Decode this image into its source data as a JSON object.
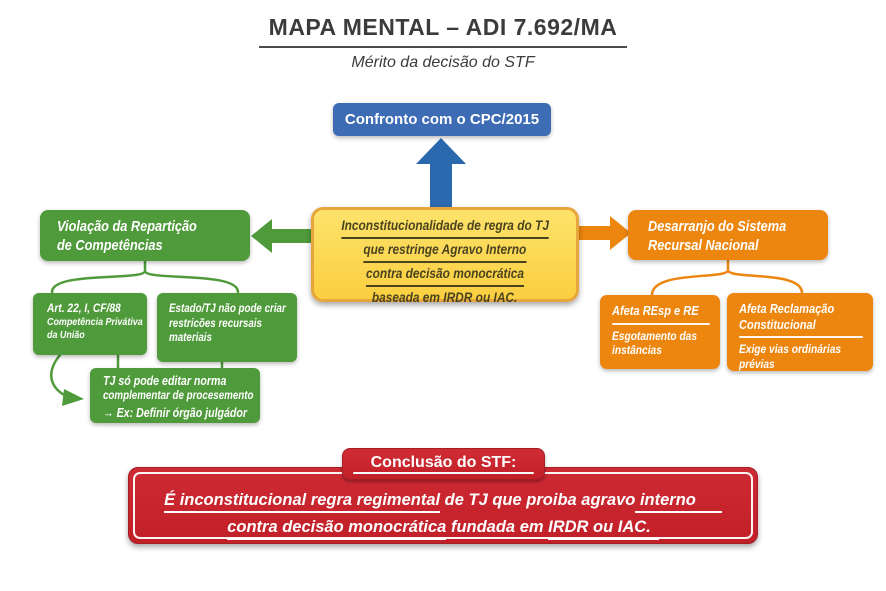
{
  "header": {
    "title": "MAPA MENTAL – ADI 7.692/MA",
    "subtitle": "Mérito da decisão do STF"
  },
  "nodes": {
    "cpc": {
      "label": "Confronto com o CPC/2015"
    },
    "center": {
      "l1": "Inconstitucionalidade de regra do TJ",
      "l2": "que restringe Agravo Interno",
      "l3": "contra decisão monocrática",
      "l4": "baseada em IRDR ou IAC."
    },
    "left": {
      "title_l1": "Violação da Repartição",
      "title_l2": "de Competências",
      "child1": {
        "heading": "Art. 22, I, CF/88",
        "body_l1": "Competência Privátiva",
        "body_l2": "da União"
      },
      "child2": {
        "l1": "Estado/TJ não pode criar",
        "l2": "restricões recursais",
        "l3": "materiais"
      },
      "grandchild": {
        "l1": "TJ só pode editar norma",
        "l2": "complementar de procesemento",
        "l3": "→ Ex: Definir órgão julgádor"
      }
    },
    "right": {
      "title_l1": "Desarranjo do Sistema",
      "title_l2": "Recursal Nacional",
      "child1": {
        "heading": "Afeta REsp e RE",
        "body_l1": "Esgotamento das",
        "body_l2": "instâncias"
      },
      "child2": {
        "heading_l1": "Afeta Reclamação",
        "heading_l2": "Constitucional",
        "body_l1": "Exige vias ordinárias",
        "body_l2": "prévias"
      }
    },
    "conclusion": {
      "badge": "Conclusão do STF:",
      "l1a": "É inconstitucional regra regimental",
      "l1b": " de TJ que proiba agravo",
      "l1c": " interno",
      "l2a": "contra decisão monocrática",
      "l2b": " fundada em ",
      "l2c": "IRDR ou IAC."
    }
  },
  "colors": {
    "blue_box": "#3d6cb4",
    "blue_arrow": "#2b69ae",
    "green": "#4f9a3a",
    "orange": "#ec860f",
    "yellow_fill": "#fcd74e",
    "yellow_border": "#e7a63d",
    "yellow_text": "#4a431f",
    "red": "#c8242e",
    "red_dark": "#a51e26",
    "title_text": "#3b3b3b"
  }
}
